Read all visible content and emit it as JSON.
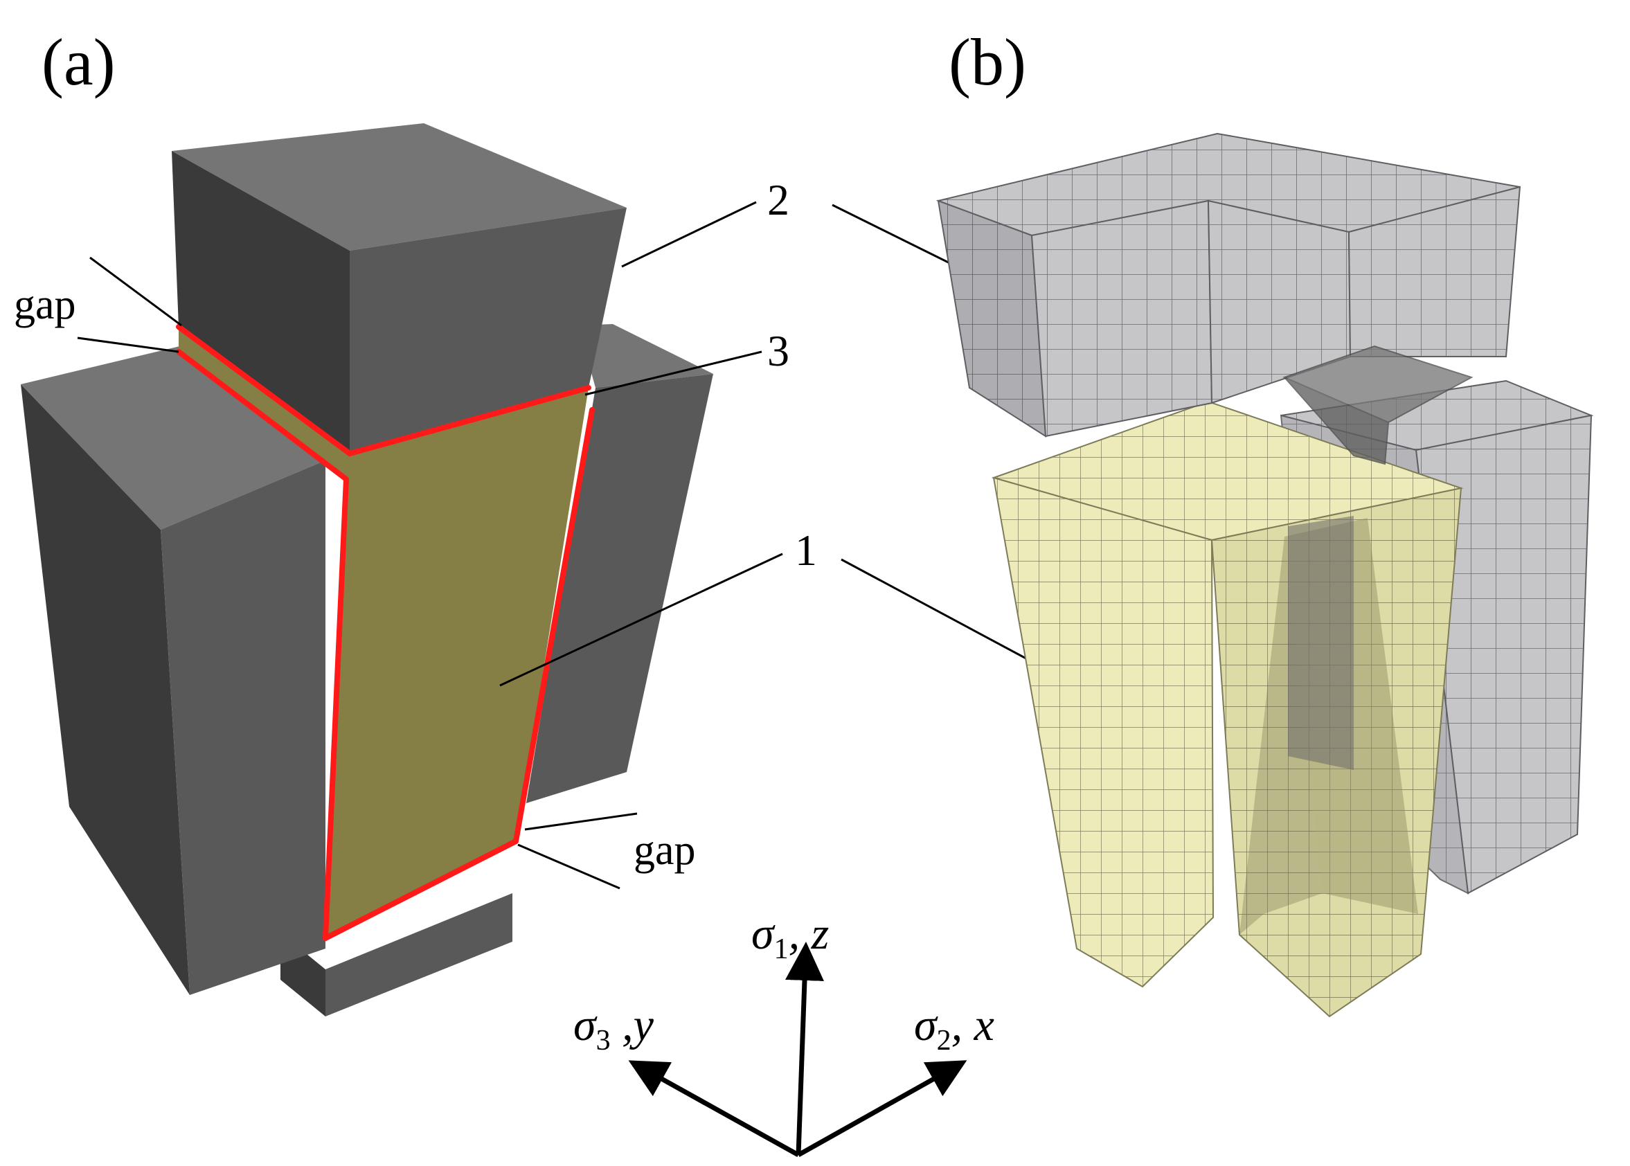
{
  "panel_a": {
    "label": "(a)"
  },
  "panel_b": {
    "label": "(b)"
  },
  "callouts": {
    "one": "1",
    "two": "2",
    "three": "3",
    "gap_top": "gap",
    "gap_bottom": "gap"
  },
  "axes": {
    "z": {
      "sym": "σ",
      "sub": "1",
      "rest": ", z"
    },
    "y": {
      "sym": "σ",
      "sub": "3",
      "rest": " ,y"
    },
    "x": {
      "sym": "σ",
      "sub": "2",
      "rest": ", x"
    }
  },
  "colors": {
    "block_light": "#757575",
    "block_mid": "#595959",
    "block_dark": "#3a3a3a",
    "specimen": "#857f45",
    "interface": "#ff1a1a",
    "mesh_gray": "#c6c6c9",
    "mesh_yellow": "#ecebb9"
  }
}
